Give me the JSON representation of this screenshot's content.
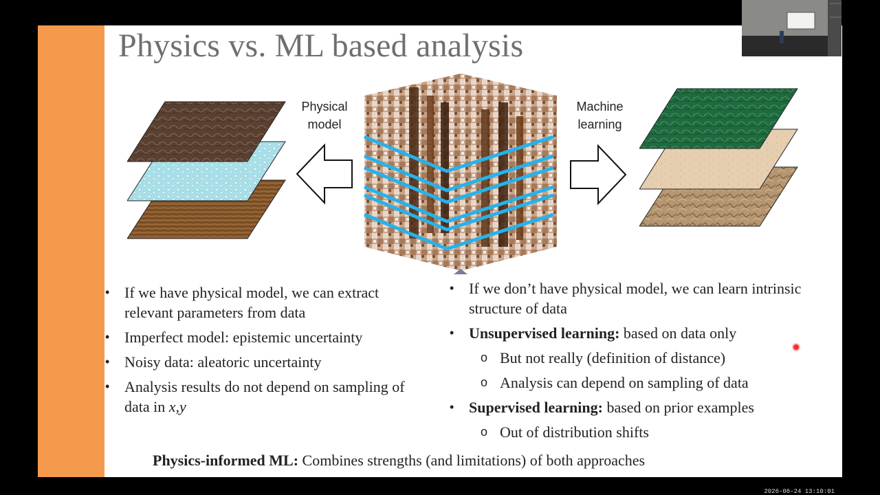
{
  "slide": {
    "title": "Physics vs. ML based analysis",
    "left_arrow_label_line1": "Physical",
    "left_arrow_label_line2": "model",
    "right_arrow_label_line1": "Machine",
    "right_arrow_label_line2": "learning",
    "left_bullets": [
      {
        "text": "If we have physical model, we can extract relevant parameters from data"
      },
      {
        "text": "Imperfect model: epistemic uncertainty"
      },
      {
        "text": "Noisy data: aleatoric uncertainty"
      },
      {
        "text_prefix": "Analysis results do not depend on sampling of data in ",
        "text_emph": "x,y"
      }
    ],
    "right_bullets": [
      {
        "text": "If we don’t have physical model, we can learn intrinsic structure of data"
      },
      {
        "bold": "Unsupervised learning:",
        "text": " based on data only"
      },
      {
        "sub": "But not really (definition of distance)"
      },
      {
        "sub": "Analysis can depend on sampling of data"
      },
      {
        "bold": "Supervised learning:",
        "text": " based on prior examples"
      },
      {
        "sub": "Out of distribution shifts"
      }
    ],
    "footer_bold": "Physics-informed ML:",
    "footer_text": " Combines strengths (and limitations) of both approaches"
  },
  "overlay": {
    "timestamp": "2026-06-24 13:10:01"
  },
  "colors": {
    "accent": "#f59a4c",
    "title": "#6f6f6f",
    "slice_outline": "#2aa7e0"
  },
  "icons": {
    "left_arrow": "hollow-left-arrow",
    "right_arrow": "hollow-right-arrow"
  }
}
